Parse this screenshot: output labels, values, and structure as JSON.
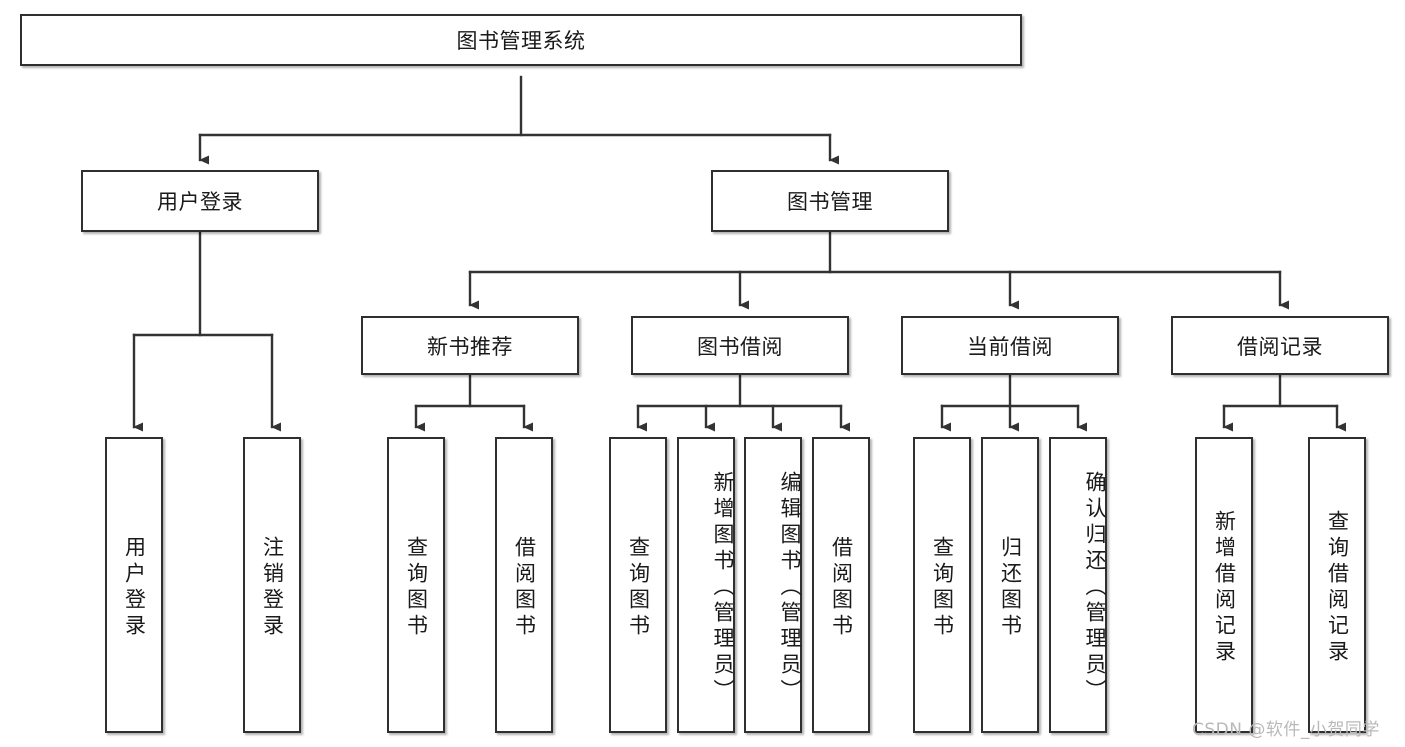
{
  "diagram": {
    "title": "图书管理系统",
    "watermark": "CSDN @软件_小贺同学",
    "colors": {
      "box_border": "#2f2f2f",
      "box_fill": "#ffffff",
      "link": "#333333",
      "text": "#1a1a1a",
      "watermark": "#b9b9b9"
    },
    "nodes": {
      "root": {
        "label": "图书管理系统"
      },
      "level1": [
        {
          "label": "用户登录"
        },
        {
          "label": "图书管理"
        }
      ],
      "level2": [
        {
          "label": "新书推荐"
        },
        {
          "label": "图书借阅"
        },
        {
          "label": "当前借阅"
        },
        {
          "label": "借阅记录"
        }
      ],
      "leaves_user_login": [
        {
          "label": "用户登录"
        },
        {
          "label": "注销登录"
        }
      ],
      "leaves_new_books": [
        {
          "label": "查询图书"
        },
        {
          "label": "借阅图书"
        }
      ],
      "leaves_borrow": [
        {
          "label": "查询图书"
        },
        {
          "label": "新增图书（管理员）"
        },
        {
          "label": "编辑图书（管理员）"
        },
        {
          "label": "借阅图书"
        }
      ],
      "leaves_current": [
        {
          "label": "查询图书"
        },
        {
          "label": "归还图书"
        },
        {
          "label": "确认归还（管理员）"
        }
      ],
      "leaves_records": [
        {
          "label": "新增借阅记录"
        },
        {
          "label": "查询借阅记录"
        }
      ]
    }
  }
}
